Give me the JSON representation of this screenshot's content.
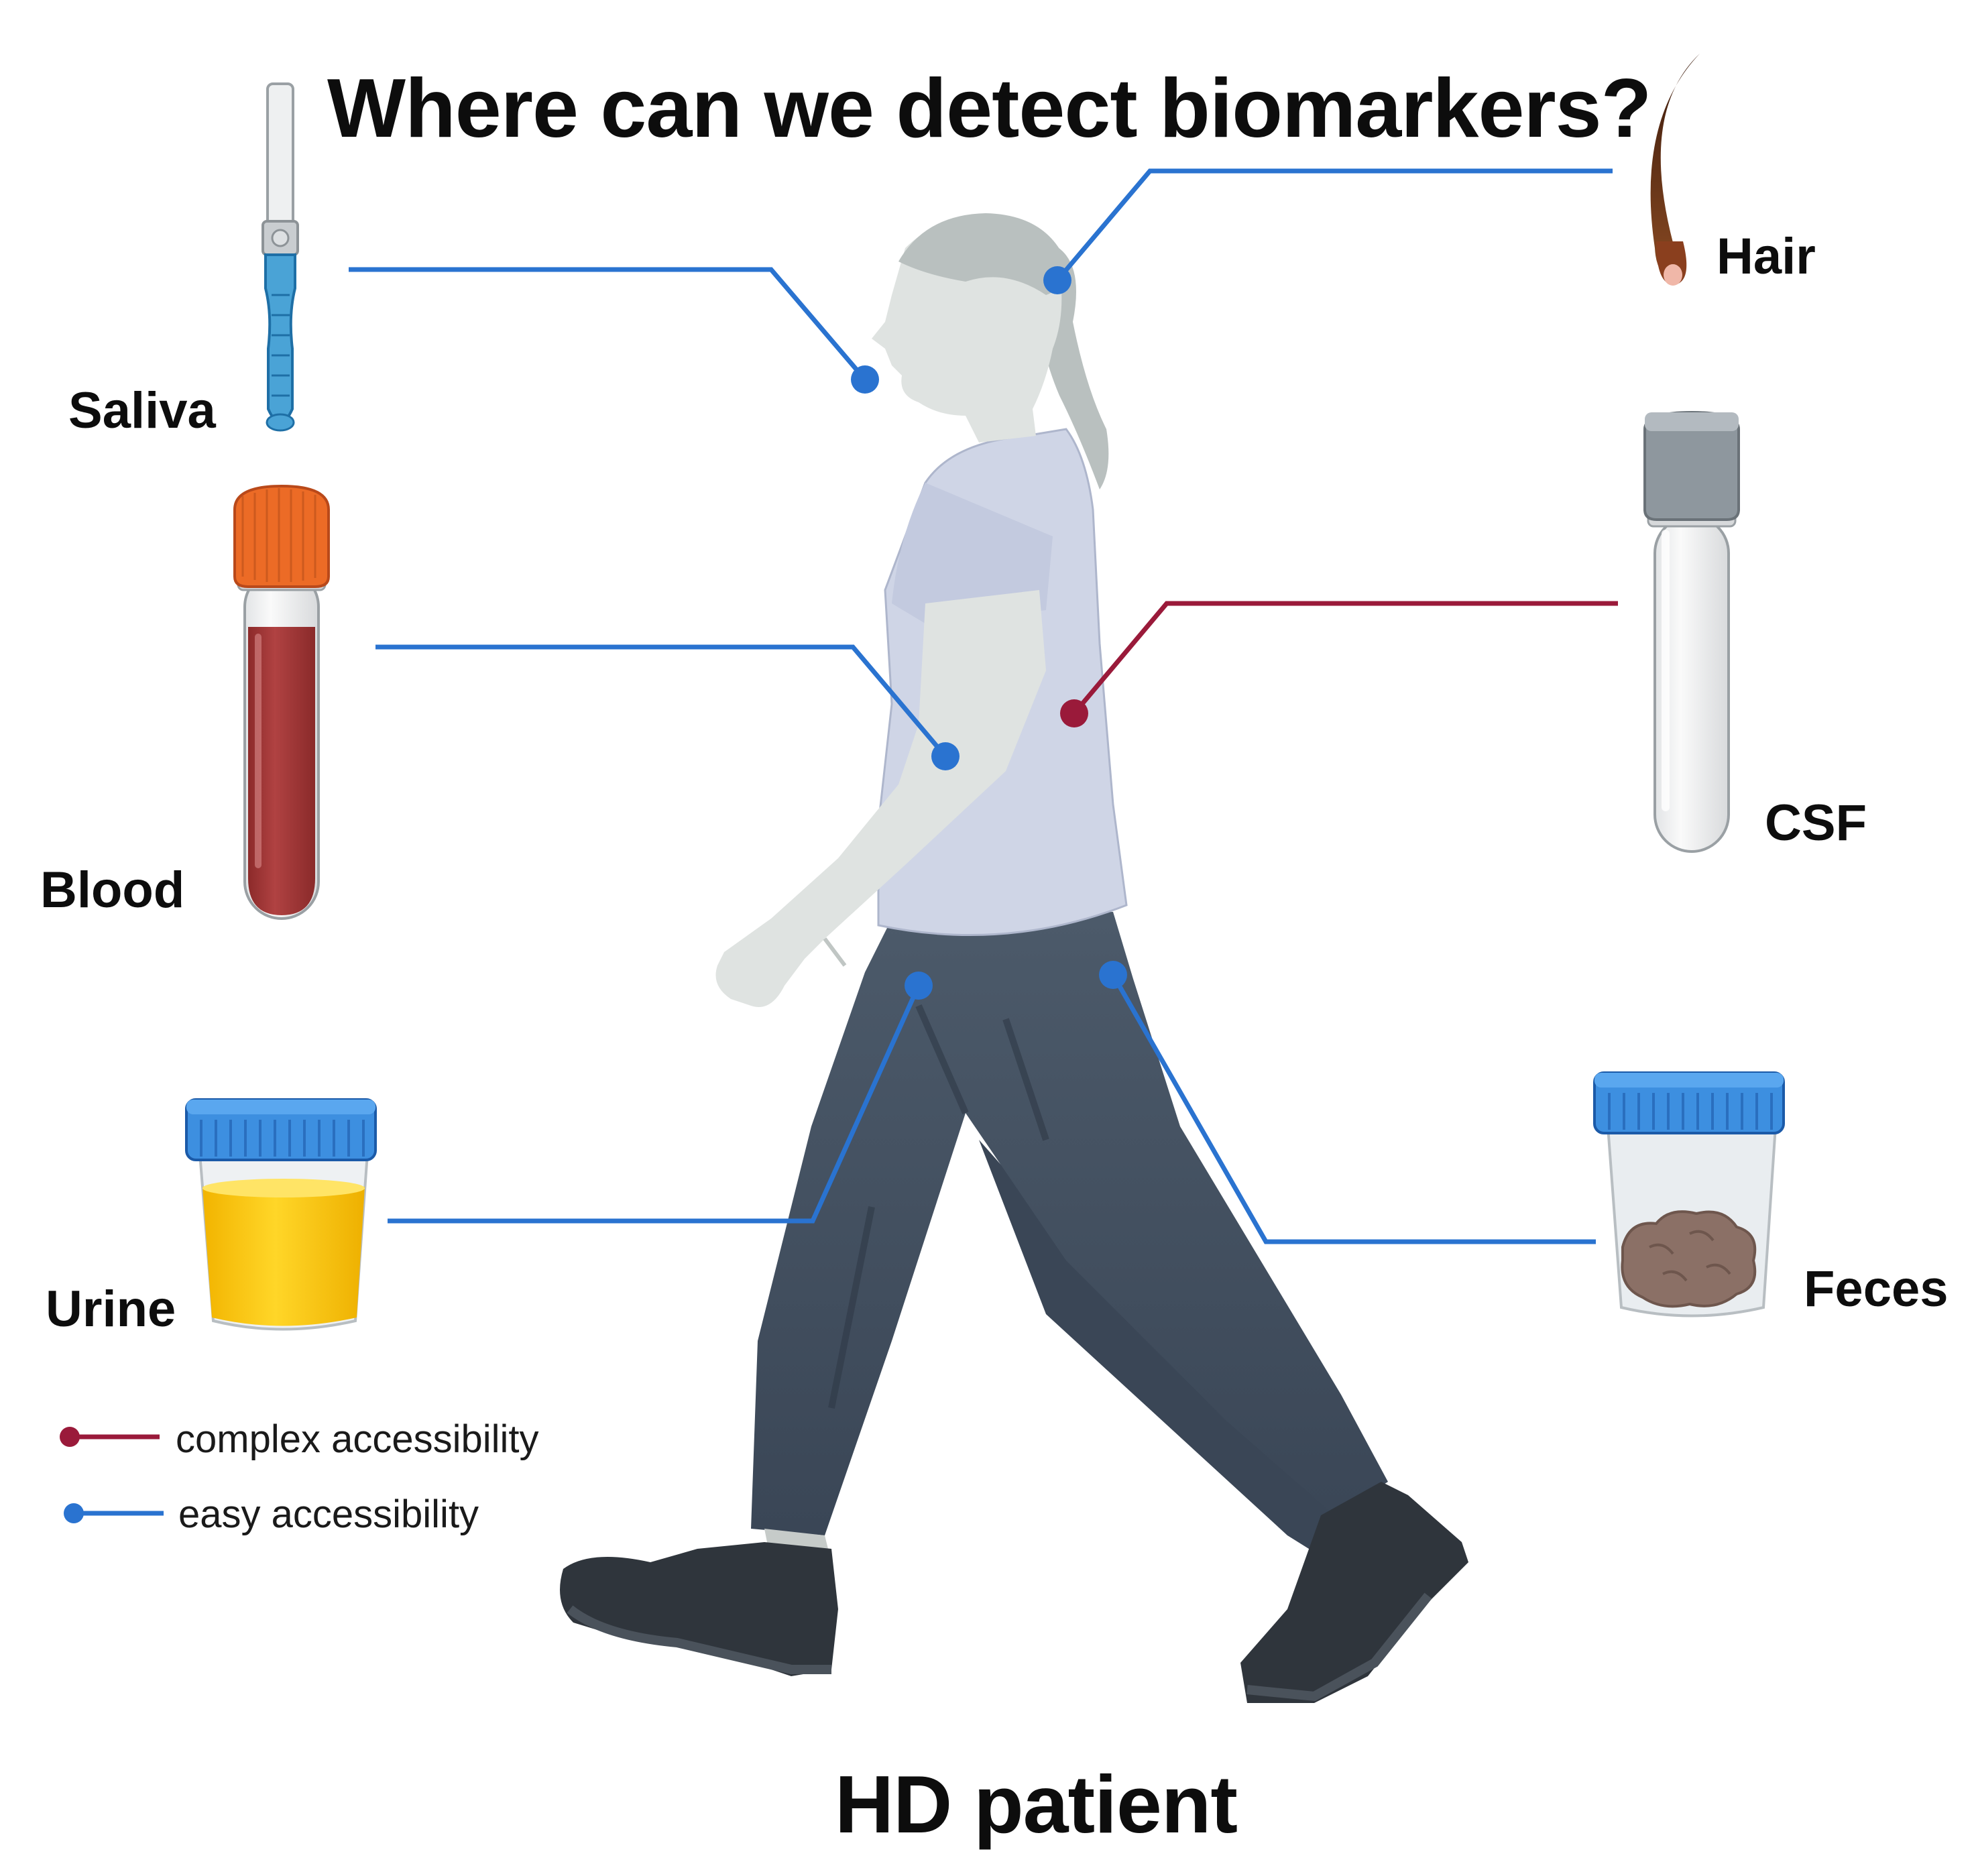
{
  "title": "Where can we detect biomarkers?",
  "subtitle": "HD patient",
  "samples": {
    "saliva": "Saliva",
    "blood": "Blood",
    "urine": "Urine",
    "hair": "Hair",
    "csf": "CSF",
    "feces": "Feces"
  },
  "legend": {
    "complex": "complex accessibility",
    "easy": "easy accessibility"
  },
  "colors": {
    "easy": "#2a73d0",
    "complex": "#9a1a3a"
  },
  "icons": [
    "saliva-swab-icon",
    "blood-tube-icon",
    "urine-cup-icon",
    "hair-strand-icon",
    "csf-tube-icon",
    "feces-cup-icon",
    "walking-person-icon"
  ]
}
